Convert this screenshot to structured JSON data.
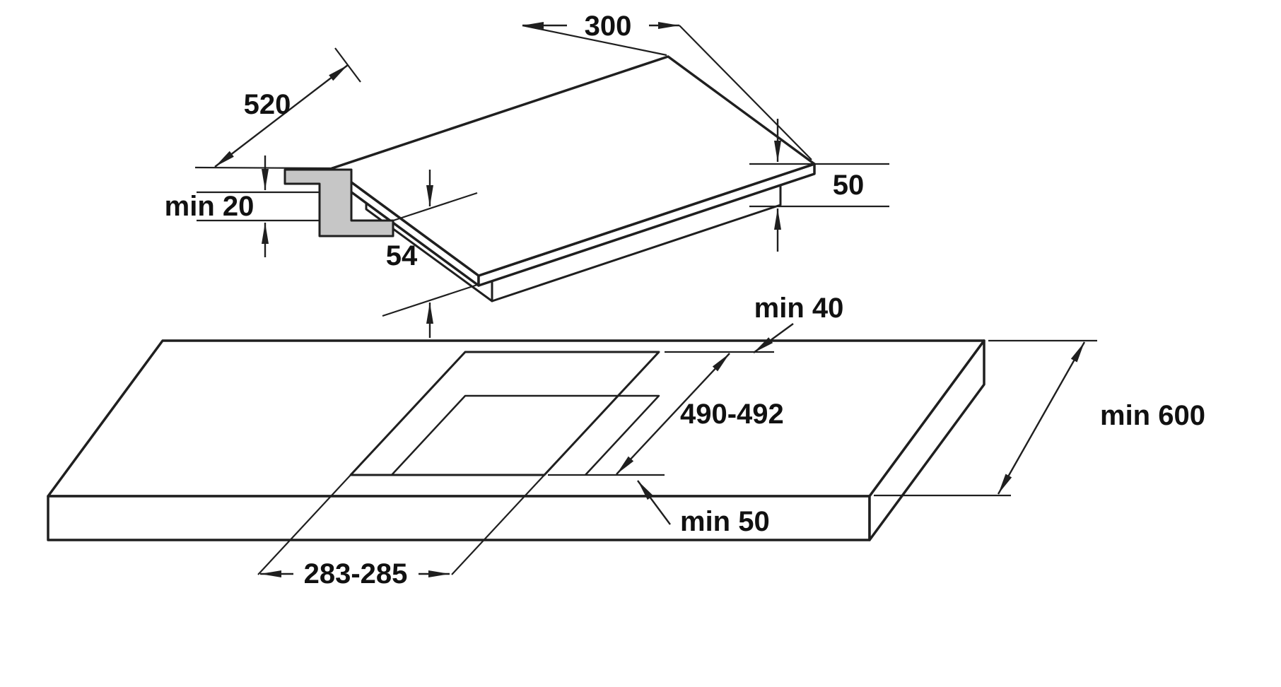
{
  "colors": {
    "background": "#ffffff",
    "line": "#1f1f1f",
    "bracket_fill": "#c6c6c6"
  },
  "hob_view": {
    "dim_width": "300",
    "dim_depth": "520",
    "dim_height": "50",
    "dim_below_worktop": "54",
    "dim_clearance_below": "min 20"
  },
  "worktop_view": {
    "dim_rear_distance": "min 40",
    "dim_cutout_depth": "490-492",
    "dim_worktop_depth": "min 600",
    "dim_front_distance": "min 50",
    "dim_cutout_width": "283-285"
  }
}
